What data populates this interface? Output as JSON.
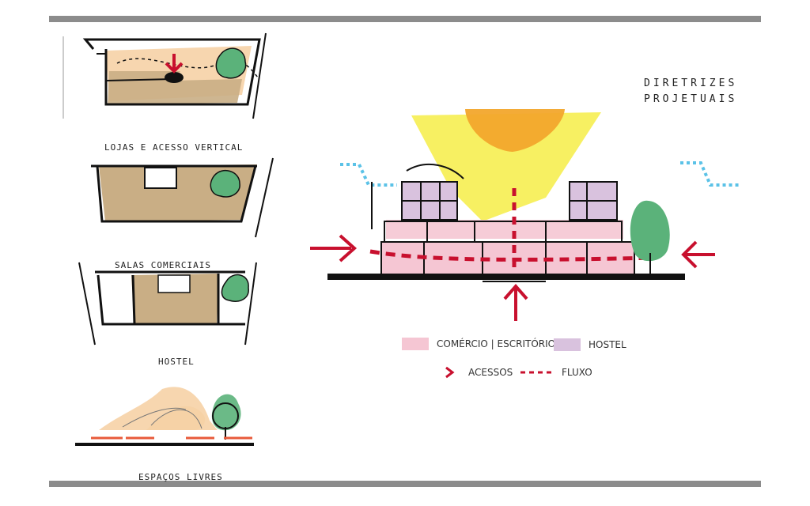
{
  "title": {
    "line1": "DIRETRIZES",
    "line2": "PROJETUAIS"
  },
  "sketches": [
    {
      "caption": "LOJAS E ACESSO VERTICAL"
    },
    {
      "caption": "SALAS COMERCIAIS"
    },
    {
      "caption": "HOSTEL"
    },
    {
      "caption": "ESPAÇOS LIVRES"
    }
  ],
  "legend": {
    "comercio": {
      "label": "COMÉRCIO | ESCRITÓRIO",
      "color": "#f5c6d3"
    },
    "hostel": {
      "label": "HOSTEL",
      "color": "#d9c2de"
    },
    "acessos": {
      "label": "ACESSOS",
      "color": "#c8102e"
    },
    "fluxo": {
      "label": "FLUXO",
      "color": "#c8102e"
    }
  },
  "colors": {
    "frame_bar": "#8c8c8c",
    "sun_yellow": "#f7ef5a",
    "sun_orange": "#f2a72c",
    "tree_green": "#5bb27a",
    "ground_tan": "#c9ae85",
    "ground_peach": "#f6d2a6",
    "wind_blue": "#5bc2e7"
  }
}
